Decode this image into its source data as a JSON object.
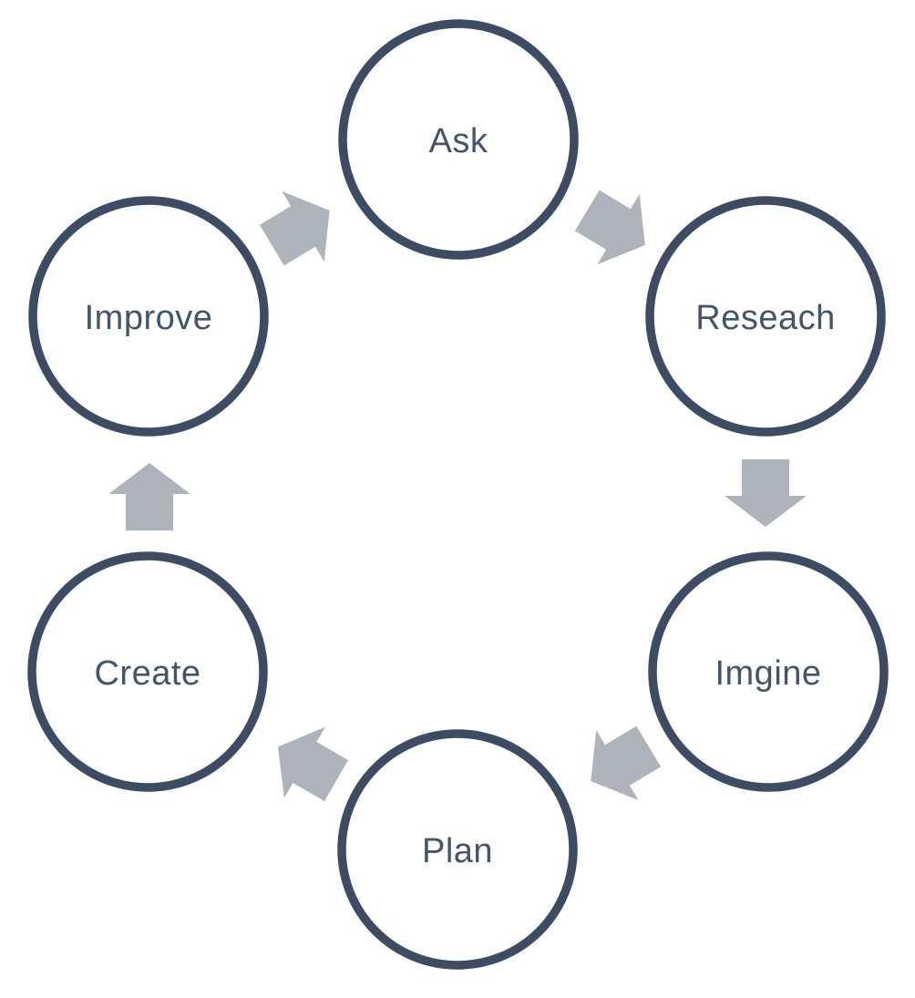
{
  "diagram": {
    "type": "cycle",
    "direction": "clockwise",
    "nodes": [
      {
        "id": "ask",
        "label": "Ask",
        "position": "top"
      },
      {
        "id": "reseach",
        "label": "Reseach",
        "position": "upper-right"
      },
      {
        "id": "imgine",
        "label": "Imgine",
        "position": "lower-right"
      },
      {
        "id": "plan",
        "label": "Plan",
        "position": "bottom"
      },
      {
        "id": "create",
        "label": "Create",
        "position": "lower-left"
      },
      {
        "id": "improve",
        "label": "Improve",
        "position": "upper-left"
      }
    ],
    "connections": [
      {
        "from": "Ask",
        "to": "Reseach"
      },
      {
        "from": "Reseach",
        "to": "Imgine"
      },
      {
        "from": "Imgine",
        "to": "Plan"
      },
      {
        "from": "Plan",
        "to": "Create"
      },
      {
        "from": "Create",
        "to": "Improve"
      },
      {
        "from": "Improve",
        "to": "Ask"
      }
    ],
    "colors": {
      "circle_outline": "#3E4C63",
      "circle_fill": "#FFFFFF",
      "label_text": "#44546A",
      "arrow_fill": "#AFB3BB",
      "background": "#FFFFFF"
    }
  }
}
